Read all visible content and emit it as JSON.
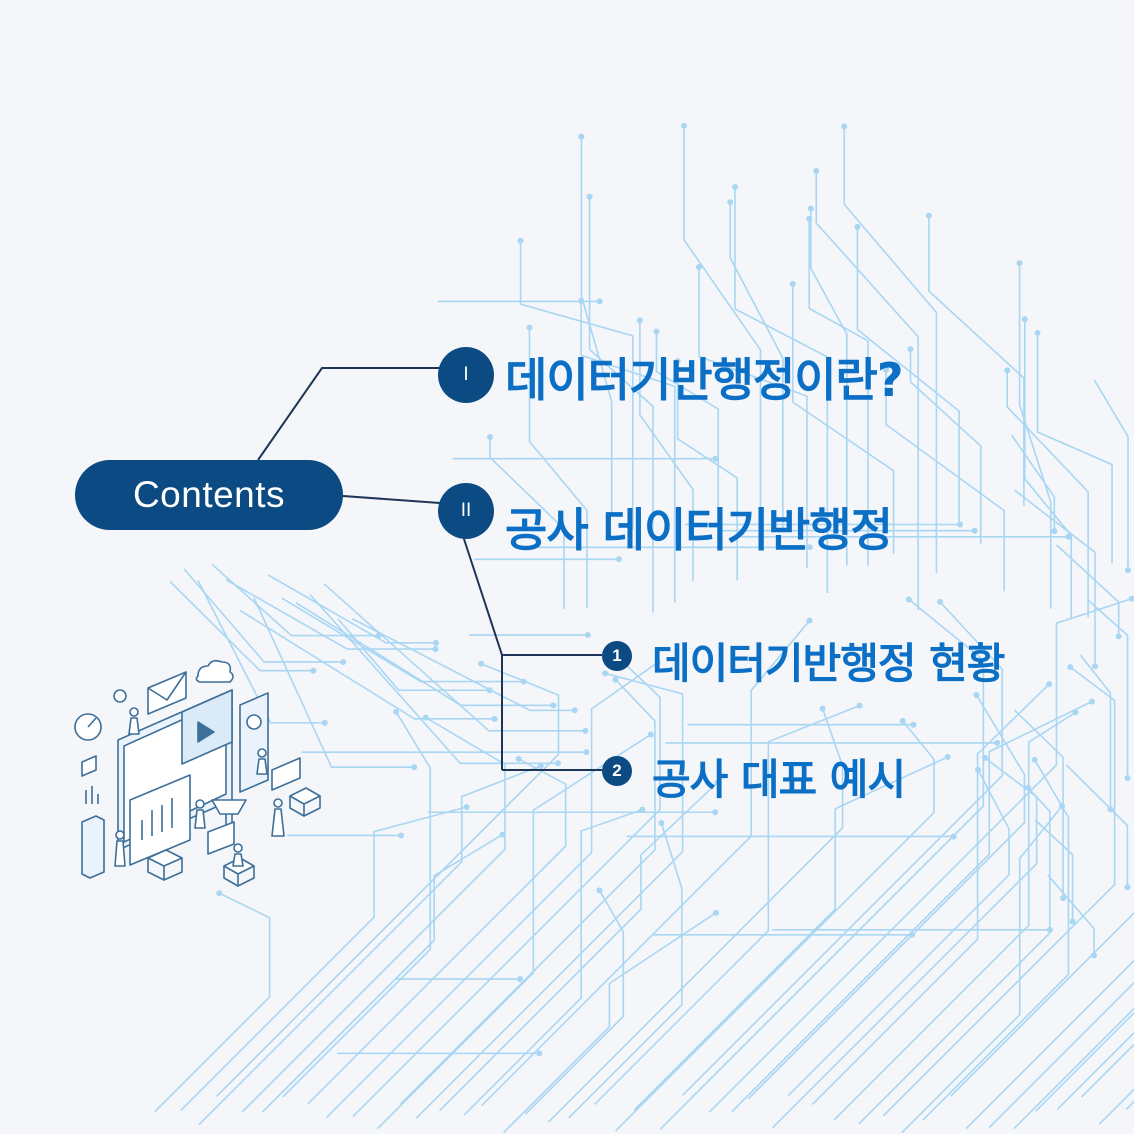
{
  "colors": {
    "background": "#f4f6fa",
    "navy": "#0b4a82",
    "heading_blue": "#0b6fc6",
    "circuit_line": "#a9d6f2",
    "connector_line": "#1d3557"
  },
  "hub": {
    "label": "Contents"
  },
  "sections": [
    {
      "marker": "I",
      "title": "데이터기반행정이란?"
    },
    {
      "marker": "II",
      "title": "공사 데이터기반행정"
    }
  ],
  "subsections": [
    {
      "marker": "1",
      "title": "데이터기반행정 현황"
    },
    {
      "marker": "2",
      "title": "공사 대표 예시"
    }
  ],
  "illustration": {
    "icon": "isometric-data-dashboard-illustration"
  }
}
